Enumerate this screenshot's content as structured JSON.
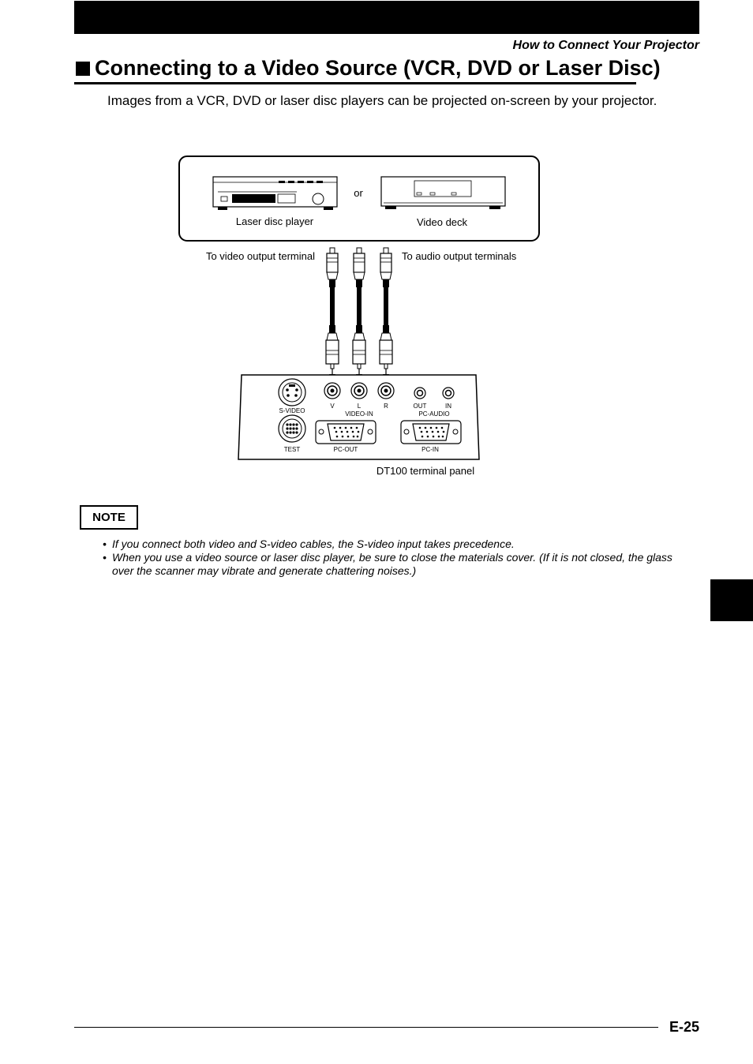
{
  "header": {
    "section": "How to Connect Your Projector"
  },
  "title": {
    "text": "Connecting to a Video Source (VCR, DVD or Laser Disc)"
  },
  "intro": {
    "text": "Images from a VCR, DVD or laser disc players can be projected on-screen by your projector."
  },
  "diagram": {
    "laser_disc_label": "Laser disc player",
    "or_label": "or",
    "video_deck_label": "Video deck",
    "video_output_label": "To video output terminal",
    "audio_output_label": "To audio output terminals",
    "port_v": "V",
    "port_l": "L",
    "port_r": "R",
    "port_out": "OUT",
    "port_in": "IN",
    "svideo_label": "S-VIDEO",
    "videoin_label": "VIDEO-IN",
    "pcaudio_label": "PC-AUDIO",
    "test_label": "TEST",
    "pcout_label": "PC-OUT",
    "pcin_label": "PC-IN",
    "panel_caption": "DT100 terminal panel"
  },
  "note": {
    "label": "NOTE",
    "items": [
      "If you connect both video and S-video cables, the S-video input takes precedence.",
      "When you use a video source or laser disc player, be sure to close the materials cover. (If it is not closed, the glass over the scanner may vibrate and generate chattering noises.)"
    ]
  },
  "footer": {
    "page": "E-25"
  }
}
